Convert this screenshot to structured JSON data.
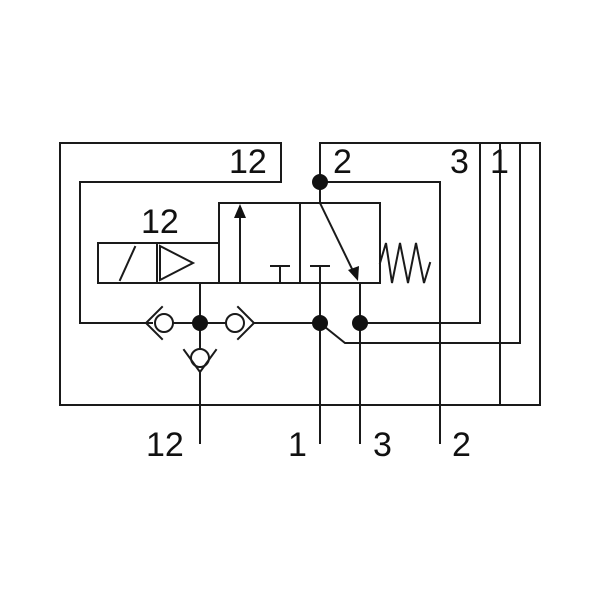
{
  "diagram": {
    "labels": {
      "top_12": "12",
      "top_2": "2",
      "top_3": "3",
      "top_1": "1",
      "solenoid_12": "12",
      "bottom_12": "12",
      "bottom_1": "1",
      "bottom_3": "3",
      "bottom_2": "2"
    },
    "colors": {
      "line": "#1a1a1a",
      "background": "#ffffff"
    }
  }
}
